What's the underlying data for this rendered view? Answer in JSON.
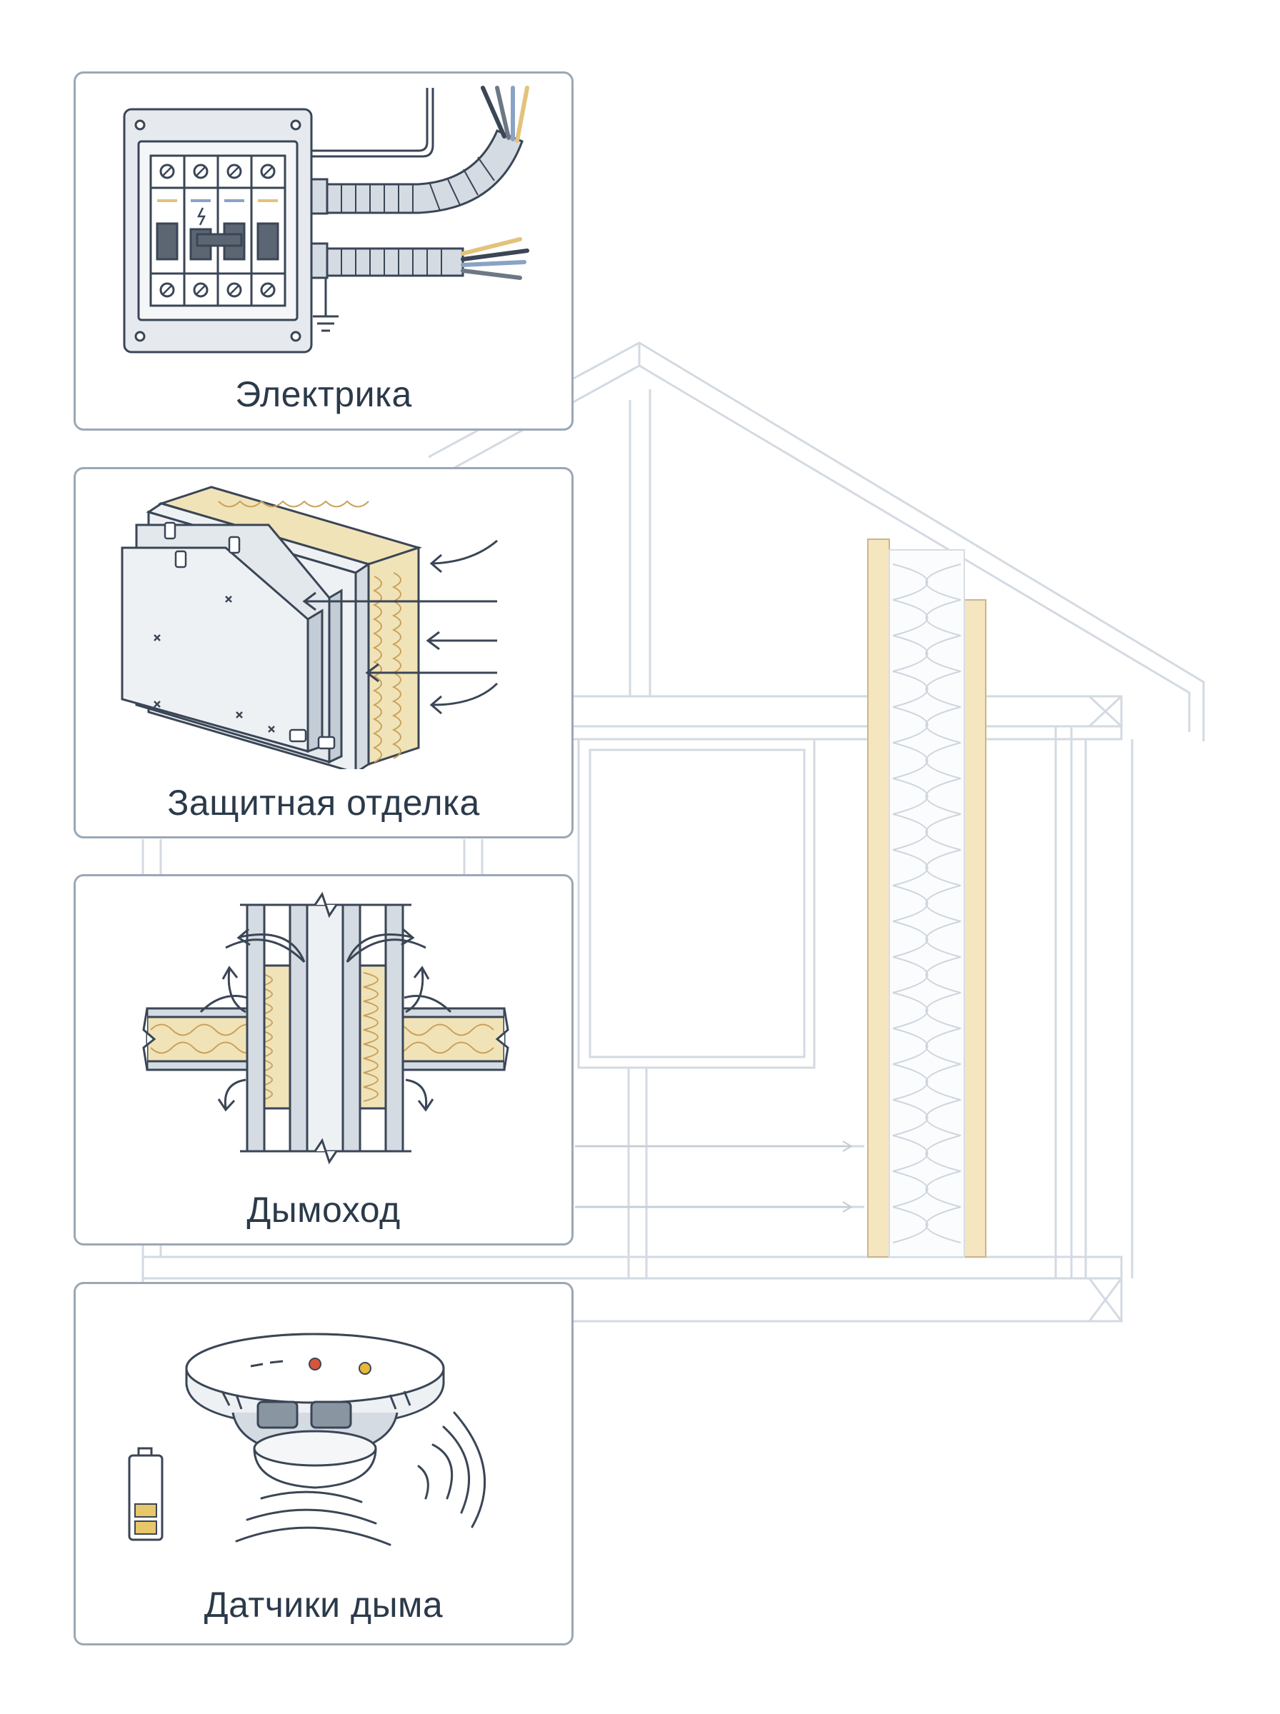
{
  "colors": {
    "outline": "#3a4656",
    "metal": "#d5dbe2",
    "metal_dark": "#8a95a2",
    "insulation": "#f1e3b8",
    "card_border": "#9aa8b5",
    "house_lines": "#cfd6de",
    "led_red": "#d9553a",
    "led_yellow": "#e8b73a"
  },
  "cards": [
    {
      "id": "electric",
      "label": "Электрика",
      "icon": "breaker-panel-icon"
    },
    {
      "id": "finish",
      "label": "Защитная отделка",
      "icon": "wall-cladding-icon"
    },
    {
      "id": "chimney",
      "label": "Дымоход",
      "icon": "chimney-pass-through-icon"
    },
    {
      "id": "smoke",
      "label": "Датчики дыма",
      "icon": "smoke-detector-icon"
    }
  ]
}
